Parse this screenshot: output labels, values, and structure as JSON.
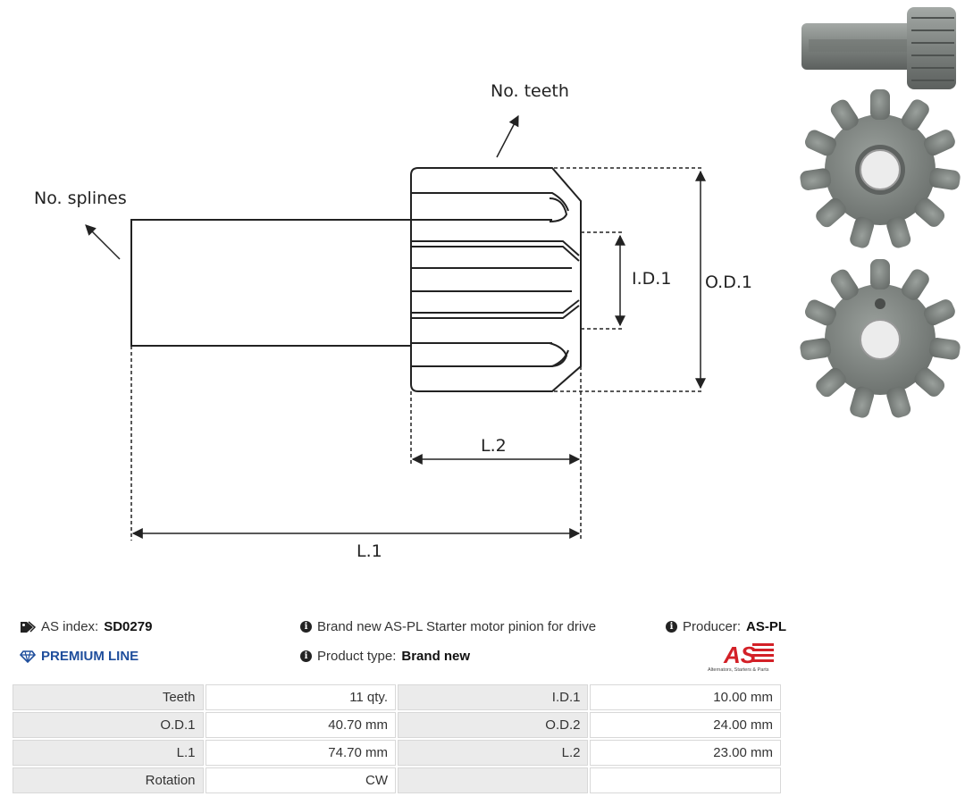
{
  "drawing": {
    "label_teeth": "No. teeth",
    "label_splines": "No. splines",
    "label_id1": "I.D.1",
    "label_od1": "O.D.1",
    "label_l1": "L.1",
    "label_l2": "L.2"
  },
  "info": {
    "as_index_label": "AS index:",
    "as_index_value": "SD0279",
    "premium_line": "PREMIUM LINE",
    "description": "Brand new AS-PL Starter motor pinion for drive",
    "product_type_label": "Product type:",
    "product_type_value": "Brand new",
    "producer_label": "Producer:",
    "producer_value": "AS-PL",
    "logo_text": "AS",
    "logo_tagline": "Alternators, Starters & Parts"
  },
  "specs": [
    {
      "l1": "Teeth",
      "v1": "11 qty.",
      "l2": "I.D.1",
      "v2": "10.00 mm"
    },
    {
      "l1": "O.D.1",
      "v1": "40.70 mm",
      "l2": "O.D.2",
      "v2": "24.00 mm"
    },
    {
      "l1": "L.1",
      "v1": "74.70 mm",
      "l2": "L.2",
      "v2": "23.00 mm"
    },
    {
      "l1": "Rotation",
      "v1": "CW",
      "l2": "",
      "v2": ""
    }
  ],
  "colors": {
    "accent": "#1f4e9c",
    "logo_red": "#d32027",
    "metal": "#8a8f8c"
  }
}
